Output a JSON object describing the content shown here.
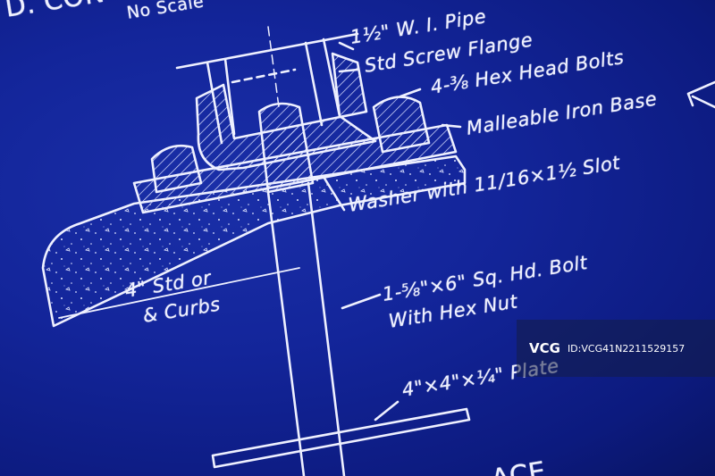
{
  "labels": {
    "title_fragment": "D. CON",
    "no_scale": "No Scale",
    "pipe": "1½\" W. I. Pipe",
    "flange": "Std Screw Flange",
    "bolts": "4-⅜ Hex Head Bolts",
    "base": "Malleable Iron Base",
    "washer": "Washer with 11/16×1½ Slot",
    "curbs_top": "4\" Std or",
    "curbs_bottom": "& Curbs",
    "bolt_line1": "1-⅝\"×6\" Sq. Hd. Bolt",
    "bolt_line2": "With Hex Nut",
    "plate": "4\"×4\"×¼\" Plate",
    "bottom_fragment": "ACE"
  },
  "watermark": {
    "logo": "VCG",
    "id": "ID:VCG41N2211529157"
  },
  "colors": {
    "blueprint": "#13259a",
    "ink": "#eef0ff"
  }
}
